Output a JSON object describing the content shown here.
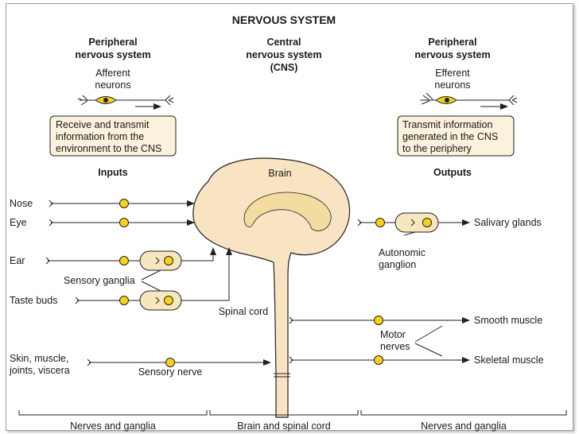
{
  "title": "NERVOUS SYSTEM",
  "left_header": [
    "Peripheral",
    "nervous system"
  ],
  "center_header": [
    "Central",
    "nervous system",
    "(CNS)"
  ],
  "right_header": [
    "Peripheral",
    "nervous system"
  ],
  "afferent": [
    "Afferent",
    "neurons"
  ],
  "efferent": [
    "Efferent",
    "neurons"
  ],
  "left_box": [
    "Receive and transmit",
    "information from the",
    "environment to the CNS"
  ],
  "right_box": [
    "Transmit information",
    "generated in the CNS",
    "to the periphery"
  ],
  "inputs_label": "Inputs",
  "outputs_label": "Outputs",
  "brain_label": "Brain",
  "spinal_cord_label": "Spinal cord",
  "inputs": [
    "Nose",
    "Eye",
    "Ear",
    "Taste buds"
  ],
  "skin_label": [
    "Skin, muscle,",
    "joints, viscera"
  ],
  "sensory_ganglia": "Sensory ganglia",
  "sensory_nerve": "Sensory nerve",
  "autonomic_ganglion": [
    "Autonomic",
    "ganglion"
  ],
  "motor_nerves": [
    "Motor",
    "nerves"
  ],
  "outputs": [
    "Salivary glands",
    "Smooth muscle",
    "Skeletal muscle"
  ],
  "bottom_labels": [
    "Nerves and ganglia",
    "Brain and spinal cord",
    "Nerves and ganglia"
  ],
  "colors": {
    "brain": "#f8e3c2",
    "brain_inner": "#f3dca0",
    "node": "#f6d21c",
    "box": "#fbf1dc",
    "ganglion": "#f7e7bf",
    "line": "#222222"
  }
}
